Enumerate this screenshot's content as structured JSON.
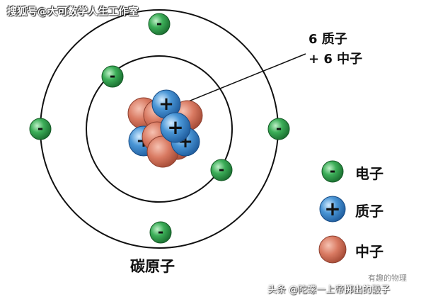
{
  "watermark_top": "搜狐号@大可数学人生工作室",
  "diagram": {
    "title": "碳原子",
    "callout_protons": "6 质子",
    "callout_neutrons": "+ 6 中子",
    "electron_symbol": "-",
    "proton_symbol": "+"
  },
  "legend": {
    "electron": "电子",
    "proton": "质子",
    "neutron": "中子"
  },
  "colors": {
    "electron": "#2e9a48",
    "proton": "#3a86c8",
    "neutron": "#d4735d",
    "orbit": "#111111"
  },
  "watermark_bottom": "头条 @陀螺一上帝掷出的骰子",
  "watermark_bottom_2": "有趣的物理"
}
